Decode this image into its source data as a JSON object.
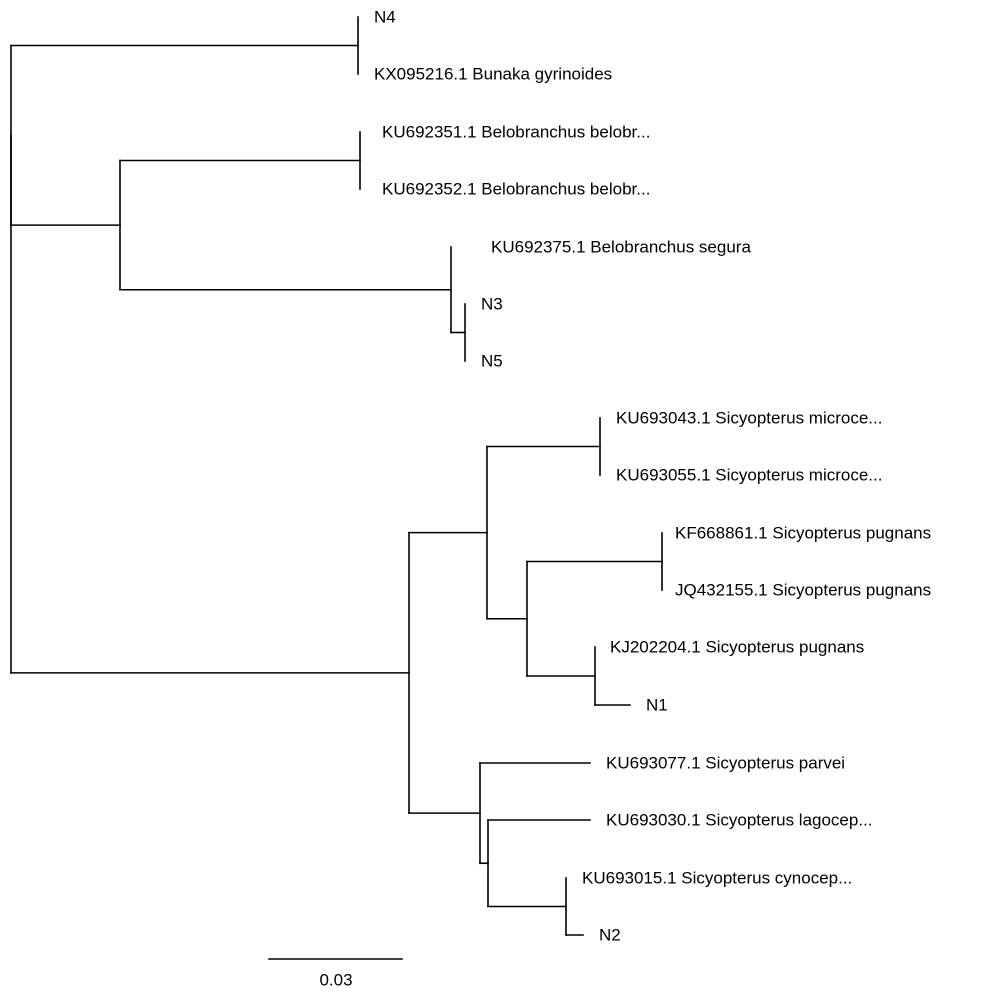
{
  "colors": {
    "line": "#000000",
    "background": "#ffffff"
  },
  "tree": {
    "scale_bar": {
      "label": "0.03"
    },
    "taxa": [
      {
        "id": "n4",
        "label": "N4"
      },
      {
        "id": "kx095216",
        "label": "KX095216.1 Bunaka gyrinoides"
      },
      {
        "id": "ku692351",
        "label": "KU692351.1 Belobranchus belobr..."
      },
      {
        "id": "ku692352",
        "label": "KU692352.1 Belobranchus belobr..."
      },
      {
        "id": "ku692375",
        "label": "KU692375.1 Belobranchus segura"
      },
      {
        "id": "n3",
        "label": "N3"
      },
      {
        "id": "n5",
        "label": "N5"
      },
      {
        "id": "ku693043",
        "label": "KU693043.1 Sicyopterus microce..."
      },
      {
        "id": "ku693055",
        "label": "KU693055.1 Sicyopterus microce..."
      },
      {
        "id": "kf668861",
        "label": "KF668861.1 Sicyopterus pugnans"
      },
      {
        "id": "jq432155",
        "label": "JQ432155.1 Sicyopterus pugnans"
      },
      {
        "id": "kj202204",
        "label": "KJ202204.1 Sicyopterus pugnans"
      },
      {
        "id": "n1",
        "label": "N1"
      },
      {
        "id": "ku693077",
        "label": "KU693077.1 Sicyopterus parvei"
      },
      {
        "id": "ku693030",
        "label": "KU693030.1 Sicyopterus lagocep..."
      },
      {
        "id": "ku693015",
        "label": "KU693015.1 Sicyopterus cynocep..."
      },
      {
        "id": "n2",
        "label": "N2"
      }
    ]
  }
}
